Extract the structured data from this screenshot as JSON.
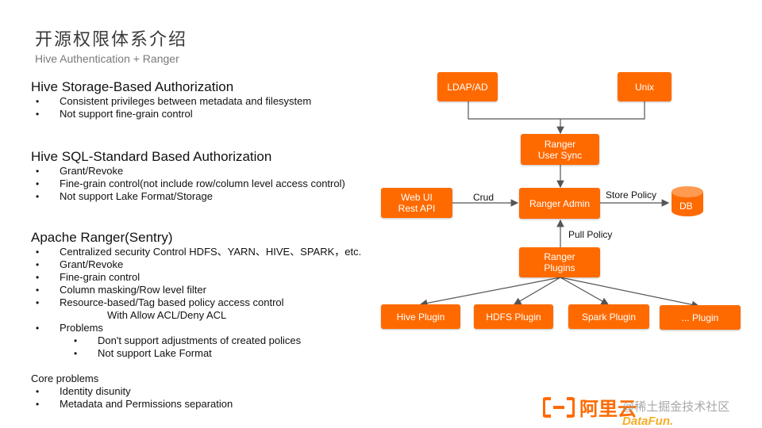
{
  "header": {
    "title": "开源权限体系介绍",
    "subtitle": "Hive Authentication + Ranger"
  },
  "sections": [
    {
      "heading": "Hive Storage-Based Authorization",
      "items": [
        "Consistent  privileges  between  metadata and filesystem",
        "Not support  fine-grain  control"
      ]
    },
    {
      "heading": "Hive SQL-Standard Based Authorization",
      "items": [
        "Grant/Revoke",
        "Fine-grain  control(not include row/column  level access control)",
        "Not support  Lake Format/Storage"
      ]
    },
    {
      "heading": "Apache Ranger(Sentry)",
      "items": [
        "Centralized  security Control HDFS、YARN、HIVE、SPARK，etc.",
        "Grant/Revoke",
        "Fine-grain  control",
        "Column  masking/Row  level filter",
        "Resource-based/Tag  based policy access control",
        "With Allow ACL/Deny ACL",
        "Problems",
        "Don't support adjustments  of created polices",
        "Not support  Lake Format"
      ]
    },
    {
      "heading": "Core problems",
      "items": [
        "Identity  disunity",
        "Metadata and Permissions  separation"
      ]
    }
  ],
  "diagram": {
    "ldap": "LDAP/AD",
    "unix": "Unix",
    "usersync": "Ranger\nUser Sync",
    "webui": "Web UI\nRest API",
    "admin": "Ranger Admin",
    "db": "DB",
    "plugins": "Ranger\nPlugins",
    "hive_plugin": "Hive Plugin",
    "hdfs_plugin": "HDFS Plugin",
    "spark_plugin": "Spark  Plugin",
    "other_plugin": "... Plugin",
    "crud_label": "Crud",
    "store_label": "Store Policy",
    "pull_label": "Pull Policy",
    "accent_color": "#ff6a00"
  },
  "footer": {
    "logo_text": "阿里云",
    "watermark": "@稀土掘金技术社区",
    "watermark_brand": "DataFun."
  }
}
